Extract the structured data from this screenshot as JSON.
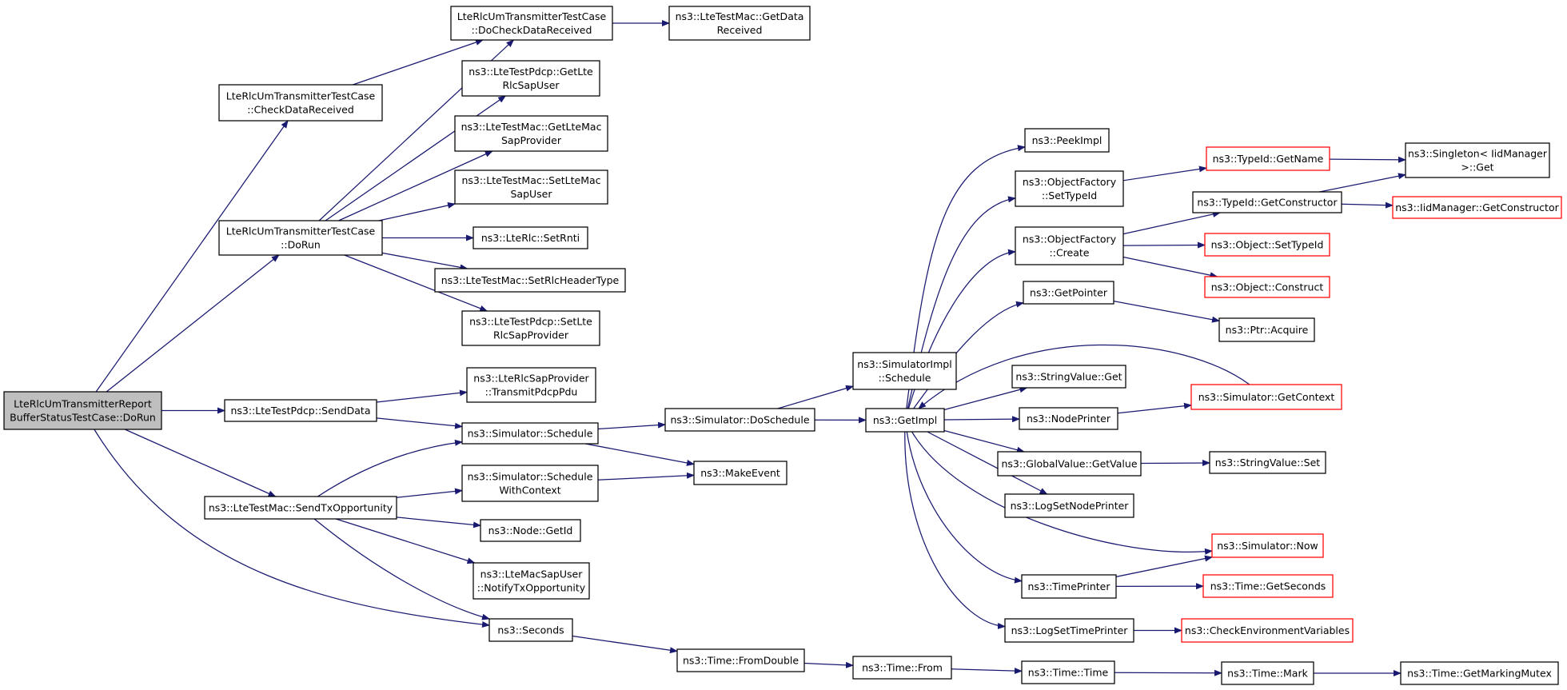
{
  "diagram": {
    "colors": {
      "edge": "#191970",
      "root_fill": "#bfbfbf",
      "red_border": "#ff0000",
      "normal_border": "#000000"
    },
    "nodes": [
      {
        "id": "root",
        "lines": [
          "LteRlcUmTransmitterReport",
          "BufferStatusTestCase::DoRun"
        ],
        "style": "root"
      },
      {
        "id": "cdr",
        "lines": [
          "LteRlcUmTransmitterTestCase",
          "::CheckDataReceived"
        ]
      },
      {
        "id": "docdr",
        "lines": [
          "LteRlcUmTransmitterTestCase",
          "::DoCheckDataReceived"
        ]
      },
      {
        "id": "getdata",
        "lines": [
          "ns3::LteTestMac::GetData",
          "Received"
        ]
      },
      {
        "id": "pdcp_getlte",
        "lines": [
          "ns3::LteTestPdcp::GetLte",
          "RlcSapUser"
        ]
      },
      {
        "id": "mac_getlte",
        "lines": [
          "ns3::LteTestMac::GetLteMac",
          "SapProvider"
        ]
      },
      {
        "id": "mac_setlte",
        "lines": [
          "ns3::LteTestMac::SetLteMac",
          "SapUser"
        ]
      },
      {
        "id": "dorun",
        "lines": [
          "LteRlcUmTransmitterTestCase",
          "::DoRun"
        ]
      },
      {
        "id": "setrnti",
        "lines": [
          "ns3::LteRlc::SetRnti"
        ]
      },
      {
        "id": "setrlchdr",
        "lines": [
          "ns3::LteTestMac::SetRlcHeaderType"
        ]
      },
      {
        "id": "pdcp_setlte",
        "lines": [
          "ns3::LteTestPdcp::SetLte",
          "RlcSapProvider"
        ]
      },
      {
        "id": "transmit",
        "lines": [
          "ns3::LteRlcSapProvider",
          "::TransmitPdcpPdu"
        ]
      },
      {
        "id": "senddata",
        "lines": [
          "ns3::LteTestPdcp::SendData"
        ]
      },
      {
        "id": "sim_sched",
        "lines": [
          "ns3::Simulator::Schedule"
        ]
      },
      {
        "id": "sim_schedctx",
        "lines": [
          "ns3::Simulator::Schedule",
          "WithContext"
        ]
      },
      {
        "id": "sendtx",
        "lines": [
          "ns3::LteTestMac::SendTxOpportunity"
        ]
      },
      {
        "id": "getid",
        "lines": [
          "ns3::Node::GetId"
        ]
      },
      {
        "id": "notifytx",
        "lines": [
          "ns3::LteMacSapUser",
          "::NotifyTxOpportunity"
        ]
      },
      {
        "id": "seconds",
        "lines": [
          "ns3::Seconds"
        ]
      },
      {
        "id": "makeevent",
        "lines": [
          "ns3::MakeEvent"
        ]
      },
      {
        "id": "dosched",
        "lines": [
          "ns3::Simulator::DoSchedule"
        ]
      },
      {
        "id": "simimpl_sched",
        "lines": [
          "ns3::SimulatorImpl",
          "::Schedule"
        ]
      },
      {
        "id": "getimpl",
        "lines": [
          "ns3::GetImpl"
        ]
      },
      {
        "id": "fromdouble",
        "lines": [
          "ns3::Time::FromDouble"
        ]
      },
      {
        "id": "from",
        "lines": [
          "ns3::Time::From"
        ]
      },
      {
        "id": "peekimpl",
        "lines": [
          "ns3::PeekImpl"
        ]
      },
      {
        "id": "of_settype",
        "lines": [
          "ns3::ObjectFactory",
          "::SetTypeId"
        ]
      },
      {
        "id": "of_create",
        "lines": [
          "ns3::ObjectFactory",
          "::Create"
        ]
      },
      {
        "id": "getpointer",
        "lines": [
          "ns3::GetPointer"
        ]
      },
      {
        "id": "sv_get",
        "lines": [
          "ns3::StringValue::Get"
        ]
      },
      {
        "id": "nodeprinter",
        "lines": [
          "ns3::NodePrinter"
        ]
      },
      {
        "id": "gv_getvalue",
        "lines": [
          "ns3::GlobalValue::GetValue"
        ]
      },
      {
        "id": "logsetnode",
        "lines": [
          "ns3::LogSetNodePrinter"
        ]
      },
      {
        "id": "timeprinter",
        "lines": [
          "ns3::TimePrinter"
        ]
      },
      {
        "id": "logsettime",
        "lines": [
          "ns3::LogSetTimePrinter"
        ]
      },
      {
        "id": "time_time",
        "lines": [
          "ns3::Time::Time"
        ]
      },
      {
        "id": "typeid_getname",
        "lines": [
          "ns3::TypeId::GetName"
        ],
        "style": "red"
      },
      {
        "id": "typeid_getctor",
        "lines": [
          "ns3::TypeId::GetConstructor"
        ]
      },
      {
        "id": "obj_settype",
        "lines": [
          "ns3::Object::SetTypeId"
        ],
        "style": "red"
      },
      {
        "id": "obj_construct",
        "lines": [
          "ns3::Object::Construct"
        ],
        "style": "red"
      },
      {
        "id": "ptr_acquire",
        "lines": [
          "ns3::Ptr::Acquire"
        ]
      },
      {
        "id": "sim_getctx",
        "lines": [
          "ns3::Simulator::GetContext"
        ],
        "style": "red"
      },
      {
        "id": "sv_set",
        "lines": [
          "ns3::StringValue::Set"
        ]
      },
      {
        "id": "sim_now",
        "lines": [
          "ns3::Simulator::Now"
        ],
        "style": "red"
      },
      {
        "id": "time_getsec",
        "lines": [
          "ns3::Time::GetSeconds"
        ],
        "style": "red"
      },
      {
        "id": "checkenv",
        "lines": [
          "ns3::CheckEnvironmentVariables"
        ],
        "style": "red"
      },
      {
        "id": "time_mark",
        "lines": [
          "ns3::Time::Mark"
        ]
      },
      {
        "id": "singleton",
        "lines": [
          "ns3::Singleton< IidManager",
          ">::Get"
        ]
      },
      {
        "id": "iid_getctor",
        "lines": [
          "ns3::IidManager::GetConstructor"
        ],
        "style": "red"
      },
      {
        "id": "getmutex",
        "lines": [
          "ns3::Time::GetMarkingMutex"
        ]
      }
    ],
    "edges": [
      {
        "from": "root",
        "to": "cdr"
      },
      {
        "from": "root",
        "to": "dorun"
      },
      {
        "from": "root",
        "to": "senddata"
      },
      {
        "from": "root",
        "to": "sendtx"
      },
      {
        "from": "root",
        "to": "seconds"
      },
      {
        "from": "cdr",
        "to": "docdr"
      },
      {
        "from": "docdr",
        "to": "getdata"
      },
      {
        "from": "dorun",
        "to": "docdr"
      },
      {
        "from": "dorun",
        "to": "pdcp_getlte"
      },
      {
        "from": "dorun",
        "to": "mac_getlte"
      },
      {
        "from": "dorun",
        "to": "mac_setlte"
      },
      {
        "from": "dorun",
        "to": "setrnti"
      },
      {
        "from": "dorun",
        "to": "setrlchdr"
      },
      {
        "from": "dorun",
        "to": "pdcp_setlte"
      },
      {
        "from": "senddata",
        "to": "transmit"
      },
      {
        "from": "senddata",
        "to": "sim_sched"
      },
      {
        "from": "sendtx",
        "to": "sim_sched"
      },
      {
        "from": "sendtx",
        "to": "sim_schedctx"
      },
      {
        "from": "sendtx",
        "to": "getid"
      },
      {
        "from": "sendtx",
        "to": "notifytx"
      },
      {
        "from": "sendtx",
        "to": "seconds"
      },
      {
        "from": "sim_sched",
        "to": "dosched"
      },
      {
        "from": "sim_sched",
        "to": "makeevent"
      },
      {
        "from": "sim_schedctx",
        "to": "makeevent"
      },
      {
        "from": "seconds",
        "to": "fromdouble"
      },
      {
        "from": "fromdouble",
        "to": "from"
      },
      {
        "from": "from",
        "to": "time_time"
      },
      {
        "from": "time_time",
        "to": "time_mark"
      },
      {
        "from": "time_mark",
        "to": "getmutex"
      },
      {
        "from": "dosched",
        "to": "simimpl_sched"
      },
      {
        "from": "dosched",
        "to": "getimpl"
      },
      {
        "from": "getimpl",
        "to": "peekimpl"
      },
      {
        "from": "getimpl",
        "to": "of_settype"
      },
      {
        "from": "getimpl",
        "to": "of_create"
      },
      {
        "from": "getimpl",
        "to": "getpointer"
      },
      {
        "from": "getimpl",
        "to": "sv_get"
      },
      {
        "from": "getimpl",
        "to": "nodeprinter"
      },
      {
        "from": "getimpl",
        "to": "gv_getvalue"
      },
      {
        "from": "getimpl",
        "to": "logsetnode"
      },
      {
        "from": "getimpl",
        "to": "timeprinter"
      },
      {
        "from": "getimpl",
        "to": "logsettime"
      },
      {
        "from": "getimpl",
        "to": "sim_now"
      },
      {
        "from": "sim_getctx",
        "to": "getimpl"
      },
      {
        "from": "of_settype",
        "to": "typeid_getname"
      },
      {
        "from": "typeid_getname",
        "to": "singleton"
      },
      {
        "from": "of_create",
        "to": "typeid_getctor"
      },
      {
        "from": "of_create",
        "to": "obj_settype"
      },
      {
        "from": "of_create",
        "to": "obj_construct"
      },
      {
        "from": "typeid_getctor",
        "to": "singleton"
      },
      {
        "from": "typeid_getctor",
        "to": "iid_getctor"
      },
      {
        "from": "getpointer",
        "to": "ptr_acquire"
      },
      {
        "from": "nodeprinter",
        "to": "sim_getctx"
      },
      {
        "from": "gv_getvalue",
        "to": "sv_set"
      },
      {
        "from": "timeprinter",
        "to": "sim_now"
      },
      {
        "from": "timeprinter",
        "to": "time_getsec"
      },
      {
        "from": "logsettime",
        "to": "checkenv"
      }
    ]
  }
}
